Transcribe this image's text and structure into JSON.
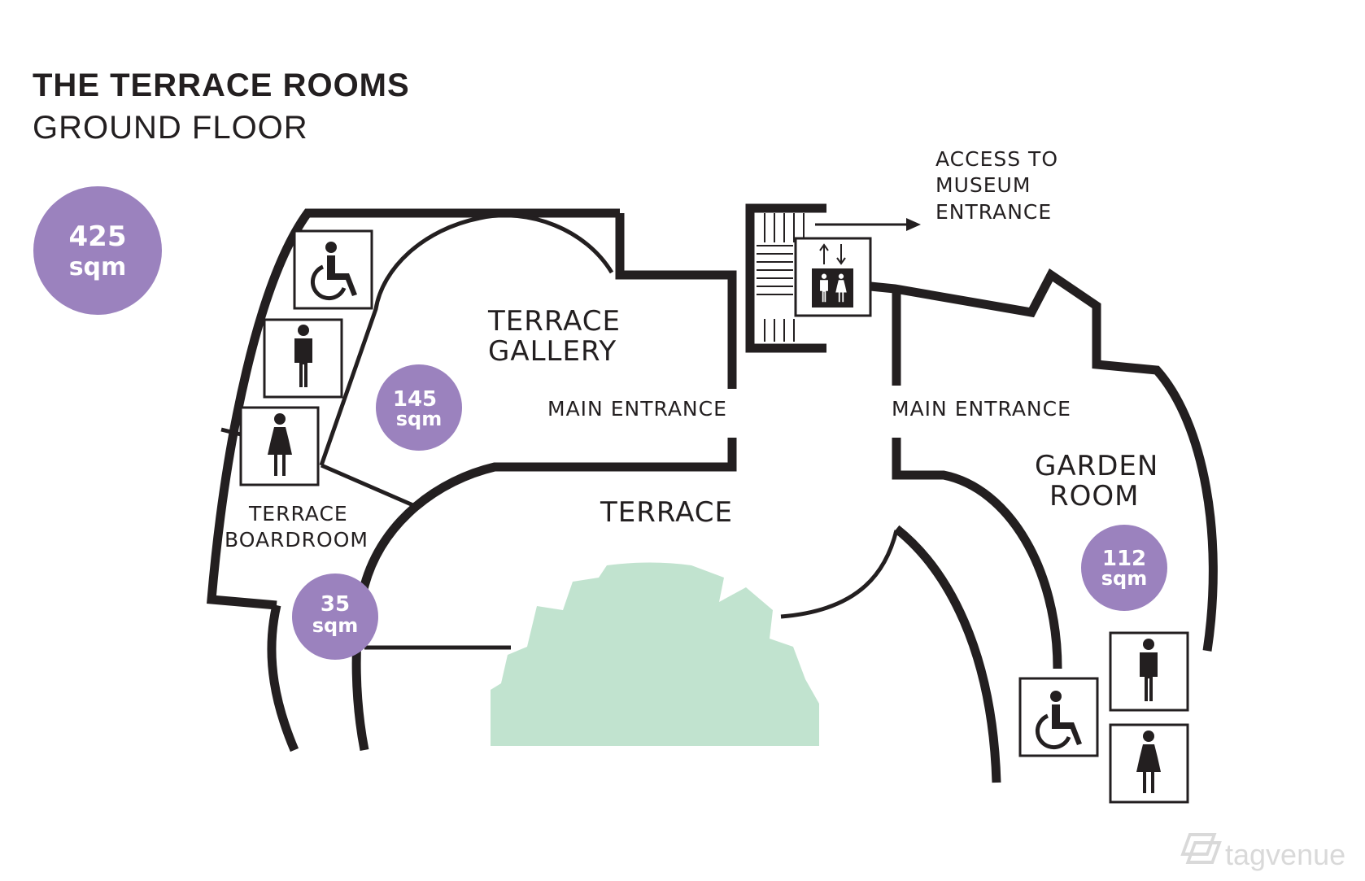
{
  "title": {
    "main": "THE TERRACE ROOMS",
    "sub": "GROUND FLOOR"
  },
  "total_area": {
    "value": "425",
    "unit": "sqm"
  },
  "rooms": {
    "terrace_gallery": {
      "line1": "TERRACE",
      "line2": "GALLERY",
      "area": "145",
      "unit": "sqm"
    },
    "terrace_boardroom": {
      "line1": "TERRACE",
      "line2": "BOARDROOM",
      "area": "35",
      "unit": "sqm"
    },
    "garden_room": {
      "line1": "GARDEN",
      "line2": "ROOM",
      "area": "112",
      "unit": "sqm"
    },
    "terrace": {
      "label": "TERRACE"
    }
  },
  "entrances": {
    "left": "MAIN ENTRANCE",
    "right": "MAIN ENTRANCE"
  },
  "museum_access": {
    "line1": "ACCESS TO",
    "line2": "MUSEUM",
    "line3": "ENTRANCE"
  },
  "icons": [
    "wheelchair-icon",
    "male-toilet-icon",
    "female-toilet-icon",
    "lift-icon",
    "stairs-icon",
    "arrow-right-icon"
  ],
  "colors": {
    "area_badge": "#9b82be",
    "lawn": "#c1e3cf",
    "walls": "#231f20"
  },
  "watermark": "tagvenue"
}
